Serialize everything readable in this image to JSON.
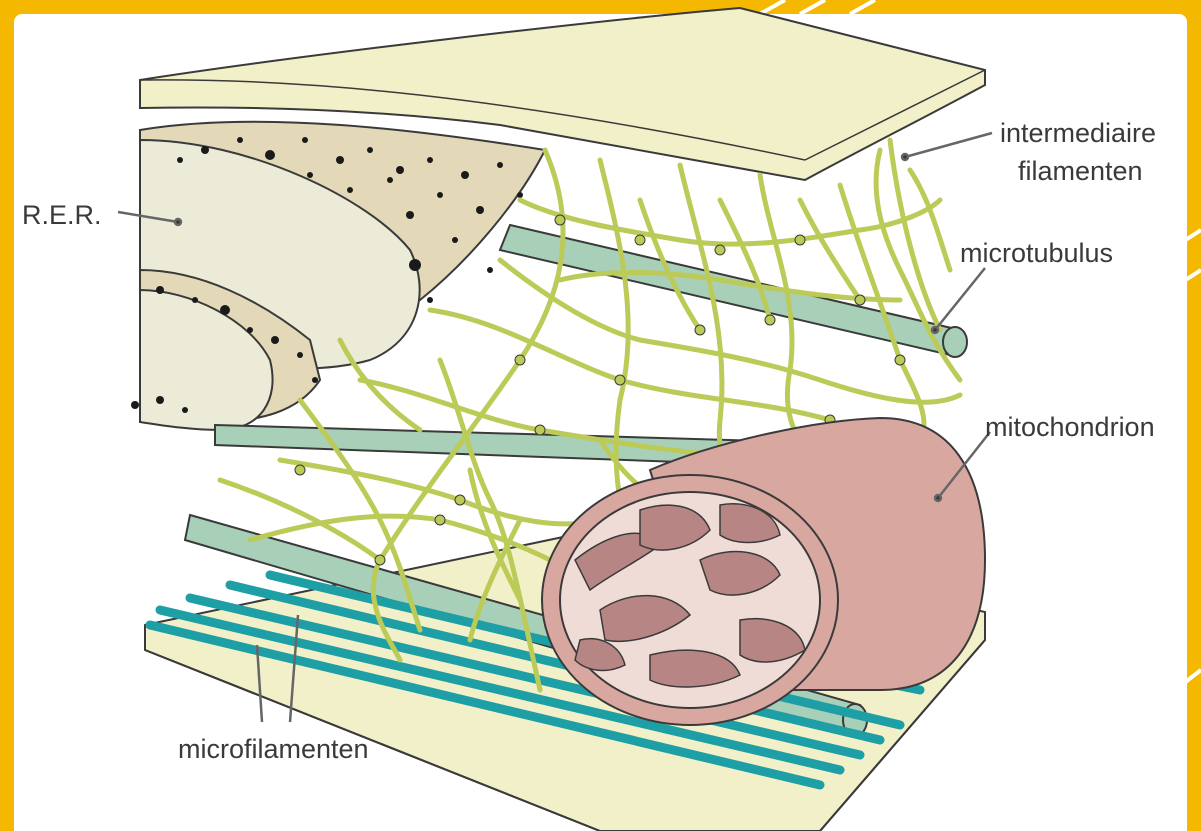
{
  "labels": {
    "rer": "R.E.R.",
    "intermediate_line1": "intermediaire",
    "intermediate_line2": "filamenten",
    "microtubule": "microtubulus",
    "mitochondrion": "mitochondrion",
    "microfilaments": "microfilamenten"
  },
  "colors": {
    "frame": "#f5b800",
    "background": "#ffffff",
    "plate": "#f1f0c8",
    "plate_edge": "#d9d6a0",
    "rer_membrane": "#ecebd8",
    "rer_lumen": "#e3d9b8",
    "ribosome": "#1a1a1a",
    "intermediate_filament": "#bccb58",
    "microtubule": "#a8cfb8",
    "mitochondrion": "#d8a8a0",
    "mitochondrion_inner": "#b78684",
    "microfilament": "#1e9fa5",
    "leader_line": "#666666"
  }
}
